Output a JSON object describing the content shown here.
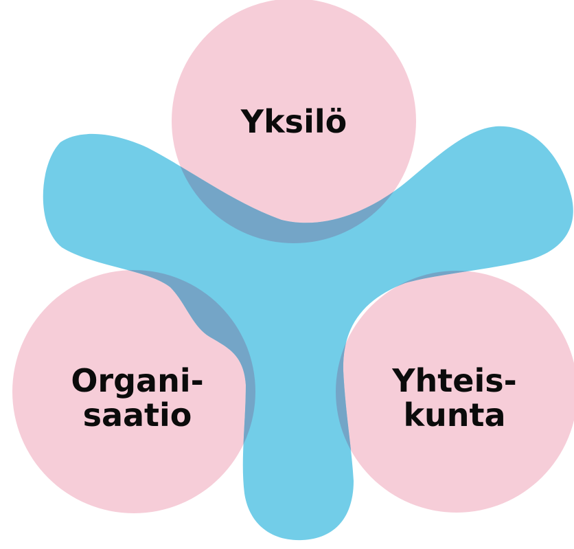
{
  "diagram": {
    "top_label": "Yksilö",
    "left_label_line1": "Organi-",
    "left_label_line2": "saatio",
    "right_label_line1": "Yhteis-",
    "right_label_line2": "kunta"
  },
  "colors": {
    "background": "#ffffff",
    "circle_fill": "#f6cdd8",
    "shape_fill": "#72cde8",
    "overlap_fill": "#74a5c7",
    "text": "#0b0b0b"
  }
}
